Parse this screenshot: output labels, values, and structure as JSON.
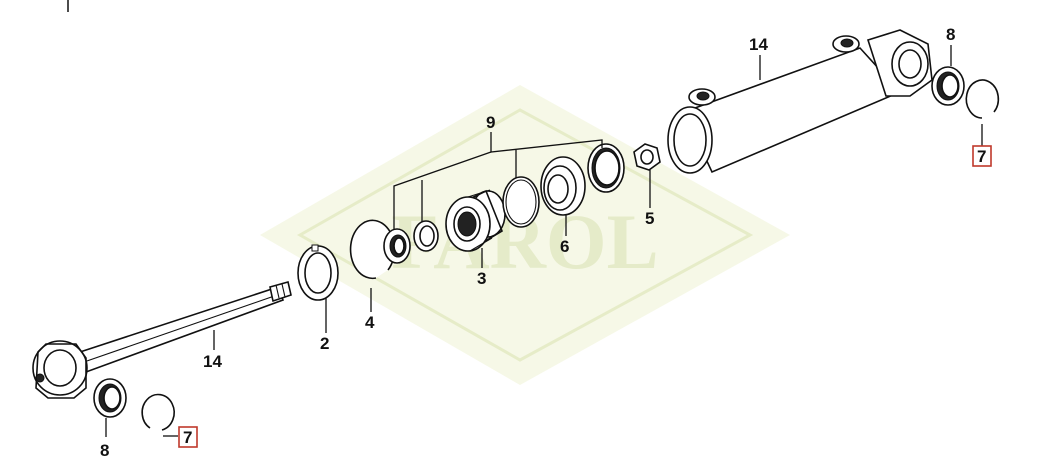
{
  "watermark": "FAROL",
  "labels": {
    "rod": "14",
    "barrel": "14",
    "wiper_rod_end": "8",
    "wiper_barrel_end": "8",
    "ring_rod_end": "7",
    "ring_barrel_end": "7",
    "nut": "2",
    "snap_ring": "4",
    "piston": "3",
    "lock_nut": "5",
    "piston_ring": "6",
    "seal_kit": "9"
  },
  "colors": {
    "line": "#111111",
    "highlight_box": "#c0392b",
    "watermark": "#e8eecb"
  }
}
